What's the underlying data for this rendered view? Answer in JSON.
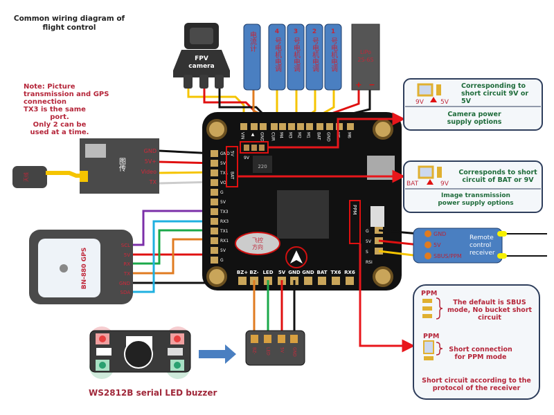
{
  "title": [
    "Common wiring diagram of",
    "flight control"
  ],
  "note": [
    "Note: Picture",
    "transmission and GPS",
    "connection",
    "TX3 is the same",
    "port.",
    "Only 2 can be",
    "used at a time."
  ],
  "camera": {
    "label": [
      "FPV",
      "camera"
    ]
  },
  "esc": {
    "meter": "电流计",
    "motors": [
      {
        "num": "4",
        "text": "号电机电调"
      },
      {
        "num": "3",
        "text": "号电机电调"
      },
      {
        "num": "2",
        "text": "号电机电调"
      },
      {
        "num": "1",
        "text": "号电机电调"
      }
    ]
  },
  "battery": {
    "label": [
      "LiPo",
      "2S-6S"
    ],
    "plus": "+",
    "minus": "−"
  },
  "vtx": {
    "label": "图传",
    "antenna": "天线",
    "pins": [
      "GND",
      "5V+",
      "Video",
      "TX"
    ]
  },
  "gps": {
    "label": "BN-880  GPS",
    "pins": [
      "SCL",
      "5V",
      "RX",
      "TX",
      "GND",
      "SDA"
    ]
  },
  "board": {
    "top_pins": [
      "VIN",
      "▲",
      "GND",
      "CUR",
      "M4",
      "M3",
      "M2",
      "M1",
      "BAT",
      "GND",
      "M5",
      "M6"
    ],
    "left_pins": [
      "GND",
      "5V",
      "TX1",
      "VO",
      "G",
      "5V",
      "TX3",
      "RX3",
      "TX1",
      "RX1",
      "5V",
      "G"
    ],
    "bottom_pins": [
      "BZ+",
      "BZ-",
      "LED",
      "5V",
      "GND",
      "GND",
      "BAT",
      "TX6",
      "RX6"
    ],
    "right_pins": [
      "G",
      "5V",
      "S",
      "RSI"
    ],
    "jumper_top": [
      "9V",
      "5V"
    ],
    "jumper_left": [
      "5V",
      "9V",
      "BAT"
    ],
    "ppm": "PPM",
    "direction": [
      "飞控",
      "方向"
    ],
    "inductor": "220"
  },
  "camera_power": {
    "left": "9V",
    "right": "5V",
    "desc": "Corresponding to short circuit 9V or 5V",
    "title": "Camera power supply options"
  },
  "vtx_power": {
    "left": "BAT",
    "right": "9V",
    "desc": "Corresponds to short circuit of BAT or 9V",
    "title": [
      "Image",
      "transmission",
      "power supply",
      "options"
    ]
  },
  "receiver": {
    "pins": [
      "GND",
      "5V",
      "SBUS/PPM"
    ],
    "label": [
      "Remote",
      "control",
      "receiver"
    ]
  },
  "ppm_box": {
    "ppm1": "PPM",
    "desc1": [
      "The default is SBUS",
      "mode,",
      "No bucket",
      "short",
      "circuit"
    ],
    "ppm2": "PPM",
    "desc2": [
      "Short connection",
      "for PPM mode"
    ],
    "footer": [
      "Short circuit according to the",
      "protocol of the receiver"
    ]
  },
  "buzzer": {
    "label": "WS2812B serial LED buzzer",
    "pins": [
      "BZ-",
      "LED",
      "5V",
      "GND"
    ]
  },
  "colors": {
    "red_label": "#b5263a",
    "green_text": "#1e6b3a",
    "blue_box": "#4a7fc1",
    "arrow": "#e8161b",
    "board": "#111111"
  }
}
